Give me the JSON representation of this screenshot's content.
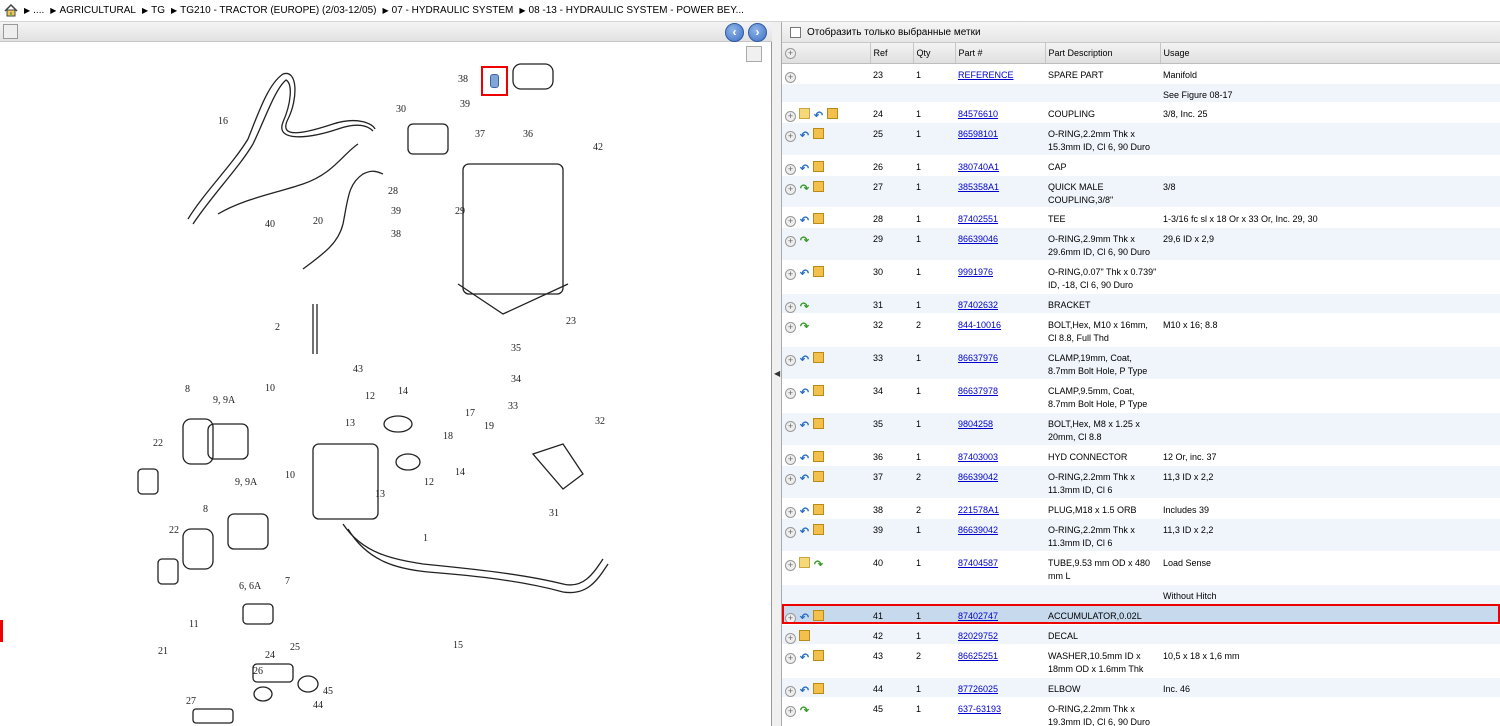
{
  "breadcrumb": [
    "....",
    "AGRICULTURAL",
    "TG",
    "TG210 - TRACTOR (EUROPE) (2/03-12/05)",
    "07 - HYDRAULIC SYSTEM",
    "08 -13 - HYDRAULIC SYSTEM - POWER BEY..."
  ],
  "toolbar": {
    "show_selected_label": "Отобразить только выбранные метки"
  },
  "columns": {
    "ref": "Ref",
    "qty": "Qty",
    "part": "Part #",
    "desc": "Part Description",
    "usage": "Usage"
  },
  "callouts": [
    "38",
    "39",
    "30",
    "37",
    "36",
    "42",
    "16",
    "20",
    "40",
    "28",
    "39",
    "38",
    "29",
    "23",
    "2",
    "43",
    "35",
    "34",
    "33",
    "32",
    "31",
    "8",
    "9, 9A",
    "10",
    "12",
    "14",
    "17",
    "19",
    "13",
    "18",
    "22",
    "9, 9A",
    "10",
    "12",
    "14",
    "13",
    "1",
    "22",
    "8",
    "7",
    "6, 6A",
    "15",
    "11",
    "21",
    "24",
    "25",
    "26",
    "45",
    "44",
    "27"
  ],
  "rows": [
    {
      "ref": "23",
      "qty": "1",
      "part": "REFERENCE",
      "desc": "SPARE PART",
      "usage": "Manifold",
      "icons": []
    },
    {
      "ref": "",
      "qty": "",
      "part": "",
      "desc": "",
      "usage": "See Figure 08-17",
      "icons": []
    },
    {
      "ref": "24",
      "qty": "1",
      "part": "84576610",
      "desc": "COUPLING",
      "usage": "3/8, Inc. 25",
      "icons": [
        "note",
        "back",
        "box"
      ]
    },
    {
      "ref": "25",
      "qty": "1",
      "part": "86598101",
      "desc": "O-RING,2.2mm Thk x 15.3mm ID, Cl 6, 90 Duro",
      "usage": "",
      "icons": [
        "back",
        "box"
      ]
    },
    {
      "ref": "26",
      "qty": "1",
      "part": "380740A1",
      "desc": "CAP",
      "usage": "",
      "icons": [
        "back",
        "box"
      ]
    },
    {
      "ref": "27",
      "qty": "1",
      "part": "385358A1",
      "desc": "QUICK MALE COUPLING,3/8\"",
      "usage": "3/8",
      "icons": [
        "fwd",
        "box"
      ]
    },
    {
      "ref": "28",
      "qty": "1",
      "part": "87402551",
      "desc": "TEE",
      "usage": "1-3/16 fc sl x 18 Or x 33 Or, Inc. 29, 30",
      "icons": [
        "back",
        "box"
      ]
    },
    {
      "ref": "29",
      "qty": "1",
      "part": "86639046",
      "desc": "O-RING,2.9mm Thk x 29.6mm ID, Cl 6, 90 Duro",
      "usage": "29,6 ID x 2,9",
      "icons": [
        "fwd"
      ]
    },
    {
      "ref": "30",
      "qty": "1",
      "part": "9991976",
      "desc": "O-RING,0.07\" Thk x 0.739\" ID, -18, Cl 6, 90 Duro",
      "usage": "",
      "icons": [
        "back",
        "box"
      ]
    },
    {
      "ref": "31",
      "qty": "1",
      "part": "87402632",
      "desc": "BRACKET",
      "usage": "",
      "icons": [
        "fwd"
      ]
    },
    {
      "ref": "32",
      "qty": "2",
      "part": "844-10016",
      "desc": "BOLT,Hex, M10 x 16mm, Cl 8.8, Full Thd",
      "usage": "M10 x 16; 8.8",
      "icons": [
        "fwd"
      ]
    },
    {
      "ref": "33",
      "qty": "1",
      "part": "86637976",
      "desc": "CLAMP,19mm, Coat, 8.7mm Bolt Hole, P Type",
      "usage": "",
      "icons": [
        "back",
        "box"
      ]
    },
    {
      "ref": "34",
      "qty": "1",
      "part": "86637978",
      "desc": "CLAMP,9.5mm, Coat, 8.7mm Bolt Hole, P Type",
      "usage": "",
      "icons": [
        "back",
        "box"
      ]
    },
    {
      "ref": "35",
      "qty": "1",
      "part": "9804258",
      "desc": "BOLT,Hex, M8 x 1.25 x 20mm, Cl 8.8",
      "usage": "",
      "icons": [
        "back",
        "box"
      ]
    },
    {
      "ref": "36",
      "qty": "1",
      "part": "87403003",
      "desc": "HYD CONNECTOR",
      "usage": "12 Or, inc. 37",
      "icons": [
        "back",
        "box"
      ]
    },
    {
      "ref": "37",
      "qty": "2",
      "part": "86639042",
      "desc": "O-RING,2.2mm Thk x 11.3mm ID, Cl 6",
      "usage": "11,3 ID x 2,2",
      "icons": [
        "back",
        "box"
      ]
    },
    {
      "ref": "38",
      "qty": "2",
      "part": "221578A1",
      "desc": "PLUG,M18 x 1.5 ORB",
      "usage": "Includes 39",
      "icons": [
        "back",
        "box"
      ]
    },
    {
      "ref": "39",
      "qty": "1",
      "part": "86639042",
      "desc": "O-RING,2.2mm Thk x 11.3mm ID, Cl 6",
      "usage": "11,3 ID x 2,2",
      "icons": [
        "back",
        "box"
      ]
    },
    {
      "ref": "40",
      "qty": "1",
      "part": "87404587",
      "desc": "TUBE,9.53 mm OD x 480 mm L",
      "usage": "Load Sense",
      "icons": [
        "note",
        "fwd"
      ]
    },
    {
      "ref": "",
      "qty": "",
      "part": "",
      "desc": "",
      "usage": "Without Hitch",
      "icons": []
    },
    {
      "ref": "41",
      "qty": "1",
      "part": "87402747",
      "desc": "ACCUMULATOR,0.02L",
      "usage": "",
      "icons": [
        "back",
        "box"
      ],
      "selected": true
    },
    {
      "ref": "42",
      "qty": "1",
      "part": "82029752",
      "desc": "DECAL",
      "usage": "",
      "icons": [
        "box"
      ]
    },
    {
      "ref": "43",
      "qty": "2",
      "part": "86625251",
      "desc": "WASHER,10.5mm ID x 18mm OD x 1.6mm Thk",
      "usage": "10,5 x 18 x 1,6 mm",
      "icons": [
        "back",
        "box"
      ]
    },
    {
      "ref": "44",
      "qty": "1",
      "part": "87726025",
      "desc": "ELBOW",
      "usage": "Inc. 46",
      "icons": [
        "back",
        "box"
      ]
    },
    {
      "ref": "45",
      "qty": "1",
      "part": "637-63193",
      "desc": "O-RING,2.2mm Thk x 19.3mm ID, Cl 6, 90 Duro",
      "usage": "",
      "icons": [
        "fwd"
      ]
    }
  ]
}
